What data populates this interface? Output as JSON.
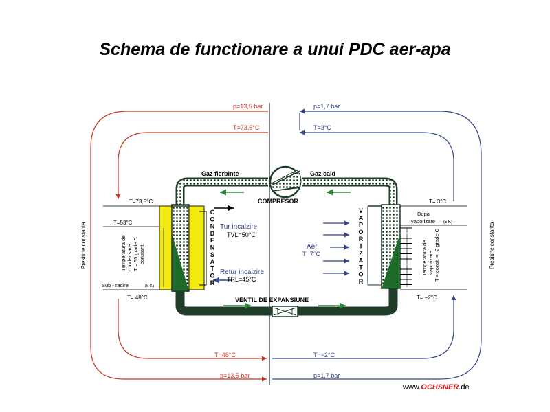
{
  "title": "Schema de functionare a unui PDC aer-apa",
  "left_top": {
    "p": "p=13,5 bar",
    "t": "T=73,5°C"
  },
  "right_top": {
    "p": "p=1,7 bar",
    "t": "T=3°C"
  },
  "left_bottom": {
    "t": "T=48°C",
    "p": "p=13,5 bar"
  },
  "right_bottom": {
    "t": "T=−2°C",
    "p": "p=1,7 bar"
  },
  "gas_hot": "Gaz fierbinte",
  "gas_warm": "Gaz cald",
  "compressor": "COMPRESOR",
  "valve": "VENTIL DE EXPANSIUNE",
  "condenser_letters": [
    "C",
    "O",
    "N",
    "D",
    "E",
    "N",
    "S",
    "A",
    "T",
    "O",
    "R"
  ],
  "evaporator_letters": [
    "V",
    "A",
    "P",
    "O",
    "R",
    "I",
    "Z",
    "A",
    "T",
    "O",
    "R"
  ],
  "left_side": {
    "t_in": "T=73,5°C",
    "t_cond": "T=53°C",
    "subcool": "Sub - racire",
    "subcool_k": "(5 K)",
    "t_out": "T= 48°C",
    "vertical_text": [
      "Temperatura de",
      "condensare",
      "T = 53 grade C",
      "constant"
    ],
    "pressure_label": "Presiune constanta"
  },
  "right_side": {
    "t_in": "T= 3°C",
    "after_label": [
      "Dupa",
      "vaporizare"
    ],
    "after_k": "(5 K)",
    "t_out": "T= −2°C",
    "vertical_text": [
      "Temperatura de",
      "vaporizare",
      "T = const. = -2 grade C"
    ],
    "pressure_label": "Presiune constanta"
  },
  "tur": {
    "label": "Tur incalzire",
    "value": "TVL=50°C"
  },
  "retur": {
    "label": "Retur incalzire",
    "value": "TRL=45°C"
  },
  "air": {
    "label": "Aer",
    "value": "T=7°C"
  },
  "logo": {
    "prefix": "www.",
    "brand": "OCHSNER",
    "suffix": ".de"
  },
  "colors": {
    "red": "#cc3322",
    "blue": "#334488",
    "pipe": "#1f3d28",
    "green": "#1e6b2c",
    "yellow": "#f2ea10",
    "arrow_green": "#2a8a3a",
    "logo_red": "#d01c1c"
  }
}
